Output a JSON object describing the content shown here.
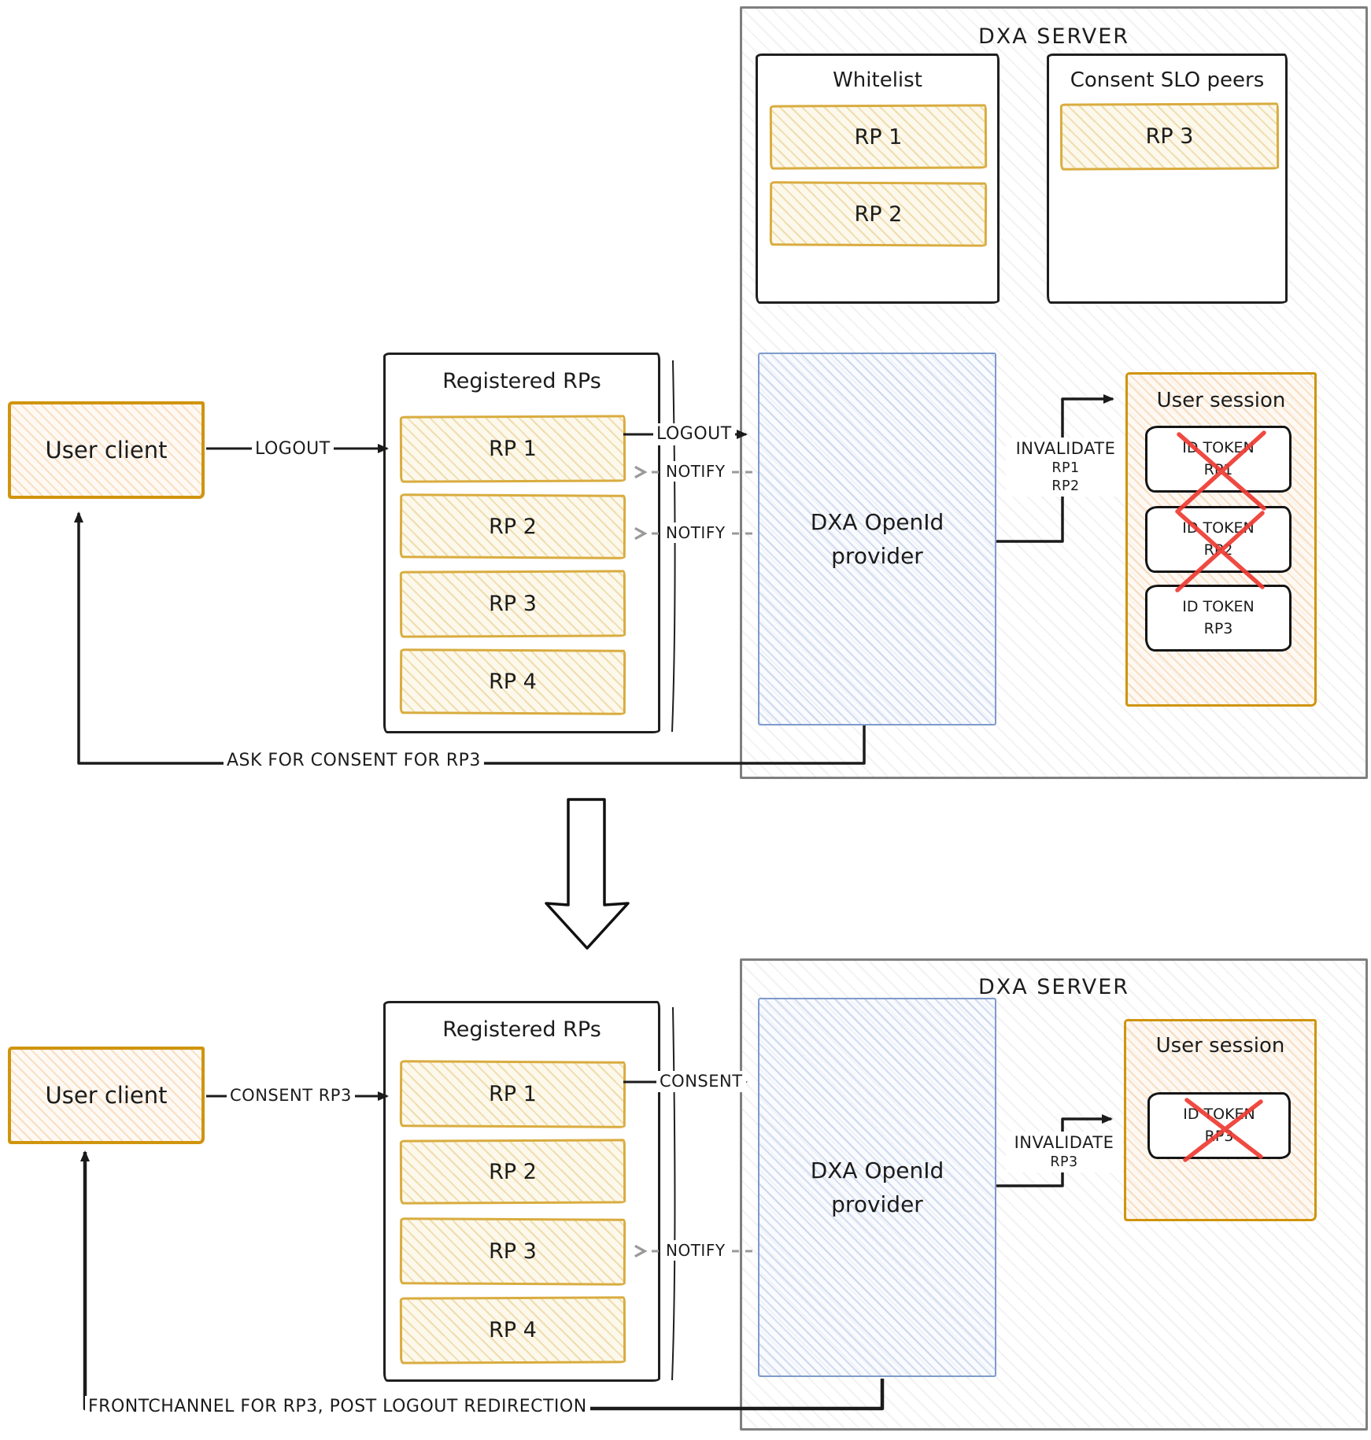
{
  "colors": {
    "rp_gold": "#D9AC3F",
    "client_orange": "#D0940D",
    "provider_blue": "#7E9BCB",
    "server_gray": "#7F7F7F",
    "arrow_black": "#1b1b1b",
    "notify_gray": "#9a9a9a",
    "invalid_red": "#EE3B33"
  },
  "top": {
    "server_title": "DXA SERVER",
    "whitelist": {
      "title": "Whitelist",
      "items": [
        "RP 1",
        "RP 2"
      ]
    },
    "consent_peers": {
      "title": "Consent SLO peers",
      "items": [
        "RP 3"
      ]
    },
    "registered": {
      "title": "Registered RPs",
      "items": [
        "RP 1",
        "RP 2",
        "RP 3",
        "RP 4"
      ]
    },
    "user_client": "User client",
    "provider": {
      "line1": "DXA OpenId",
      "line2": "provider"
    },
    "session": {
      "title": "User session",
      "tokens": [
        {
          "line1": "ID TOKEN",
          "line2": "RP1",
          "invalidated": true
        },
        {
          "line1": "ID TOKEN",
          "line2": "RP2",
          "invalidated": true
        },
        {
          "line1": "ID TOKEN",
          "line2": "RP3",
          "invalidated": false
        }
      ]
    },
    "labels": {
      "logout_client": "LOGOUT",
      "logout_rp": "LOGOUT",
      "notify_rp1": "NOTIFY",
      "notify_rp2": "NOTIFY",
      "invalidate": {
        "line1": "INVALIDATE",
        "line2": "RP1",
        "line3": "RP2"
      },
      "ask_consent": "ASK FOR CONSENT FOR RP3"
    }
  },
  "bottom": {
    "server_title": "DXA SERVER",
    "registered": {
      "title": "Registered RPs",
      "items": [
        "RP 1",
        "RP 2",
        "RP 3",
        "RP 4"
      ]
    },
    "user_client": "User client",
    "provider": {
      "line1": "DXA OpenId",
      "line2": "provider"
    },
    "session": {
      "title": "User session",
      "tokens": [
        {
          "line1": "ID TOKEN",
          "line2": "RP3",
          "invalidated": true
        }
      ]
    },
    "labels": {
      "consent_client": "CONSENT RP3",
      "consent_rp": "CONSENT",
      "notify_rp3": "NOTIFY",
      "invalidate": {
        "line1": "INVALIDATE",
        "line2": "RP3"
      },
      "frontchannel": "FRONTCHANNEL FOR RP3, POST LOGOUT REDIRECTION"
    }
  }
}
